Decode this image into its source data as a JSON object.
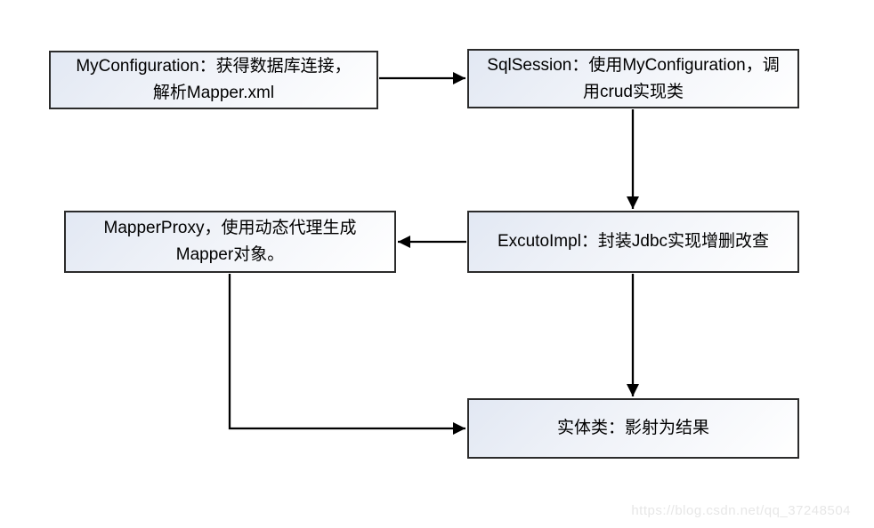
{
  "diagram": {
    "title_semantic": "mybatis-custom-framework-flowchart",
    "boxes": [
      {
        "id": "myconfiguration",
        "lines": [
          "MyConfiguration：获得数据库连接，",
          "解析Mapper.xml"
        ]
      },
      {
        "id": "sqlsession",
        "lines": [
          "SqlSession：使用MyConfiguration，调",
          "用crud实现类"
        ]
      },
      {
        "id": "mapperproxy",
        "lines": [
          "MapperProxy，使用动态代理生成",
          "Mapper对象。"
        ]
      },
      {
        "id": "excutoimpl",
        "lines": [
          "ExcutoImpl：封装Jdbc实现增删改查"
        ]
      },
      {
        "id": "entity",
        "lines": [
          "实体类：影射为结果"
        ]
      }
    ],
    "arrows": [
      {
        "from": "myconfiguration",
        "to": "sqlsession",
        "direction": "right"
      },
      {
        "from": "sqlsession",
        "to": "excutoimpl",
        "direction": "down"
      },
      {
        "from": "excutoimpl",
        "to": "mapperproxy",
        "direction": "left"
      },
      {
        "from": "excutoimpl",
        "to": "entity",
        "direction": "down"
      },
      {
        "from": "mapperproxy",
        "to": "entity",
        "direction": "down-right"
      }
    ],
    "colors": {
      "box_border": "#2b2b2b",
      "box_fill_top": "#e2e8f3",
      "box_fill_bottom": "#ffffff",
      "arrow": "#000000",
      "text": "#000000",
      "background": "#ffffff"
    }
  },
  "watermark": {
    "text": "https://blog.csdn.net/qq_37248504",
    "color": "#e7e7e7"
  }
}
